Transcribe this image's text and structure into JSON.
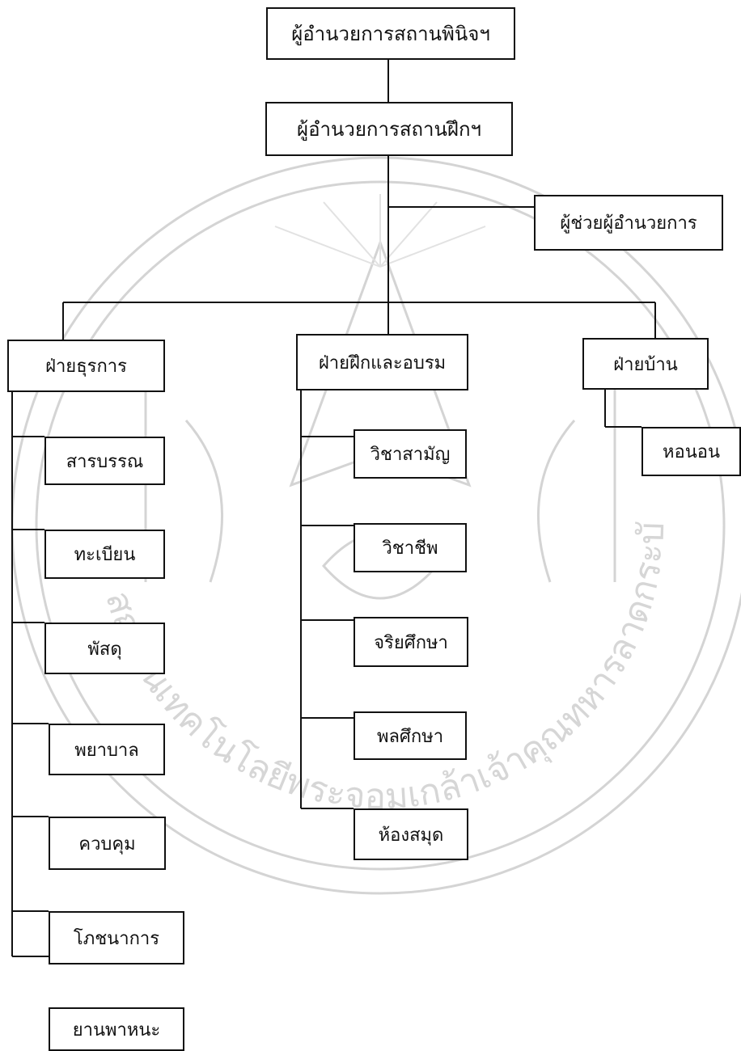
{
  "chart": {
    "director": "ผู้อำนวยการสถานพินิจฯ",
    "training_director": "ผู้อำนวยการสถานฝึกฯ",
    "assistant": "ผู้ช่วยผู้อำนวยการ",
    "departments": [
      {
        "name": "ฝ่ายธุรการ",
        "units": [
          "สารบรรณ",
          "ทะเบียน",
          "พัสดุ",
          "พยาบาล",
          "ควบคุม",
          "โภชนาการ",
          "ยานพาหนะ"
        ]
      },
      {
        "name": "ฝ่ายฝึกและอบรม",
        "units": [
          "วิชาสามัญ",
          "วิชาชีพ",
          "จริยศึกษา",
          "พลศึกษา",
          "ห้องสมุด"
        ]
      },
      {
        "name": "ฝ่ายบ้าน",
        "units": [
          "หอนอน"
        ]
      }
    ]
  },
  "watermark": {
    "text": "สถาบันเทคโนโลยีพระจอมเกล้าเจ้าคุณทหารลาดกระบัง"
  },
  "colors": {
    "line": "#111111",
    "watermark": "#cfcfcf"
  }
}
